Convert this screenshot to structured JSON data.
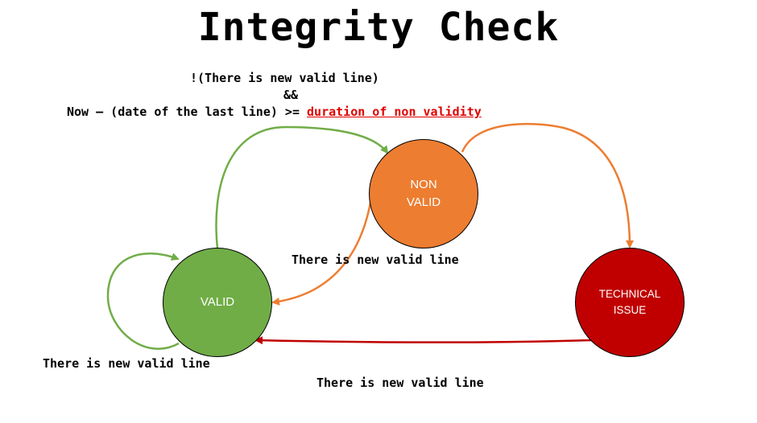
{
  "title": "Integrity Check",
  "condition": {
    "line1": "!(There is new valid line)",
    "line2": "&&",
    "line3_prefix": "Now – (date of the last line) >= ",
    "line3_highlight": "duration of non validity"
  },
  "states": {
    "valid": {
      "label": "VALID",
      "color": "#70ad47"
    },
    "non_valid": {
      "line1": "NON",
      "line2": "VALID",
      "color": "#ed7d31"
    },
    "technical_issue": {
      "line1": "TECHNICAL",
      "line2": "ISSUE",
      "color": "#c00000"
    }
  },
  "transitions": {
    "nonvalid_to_valid": "There is new valid line",
    "valid_self_loop": "There is new valid line",
    "technical_to_valid": "There is new valid line"
  },
  "colors": {
    "green": "#70ad47",
    "orange": "#ed7d31",
    "red": "#c00000",
    "highlight": "#e00000"
  }
}
